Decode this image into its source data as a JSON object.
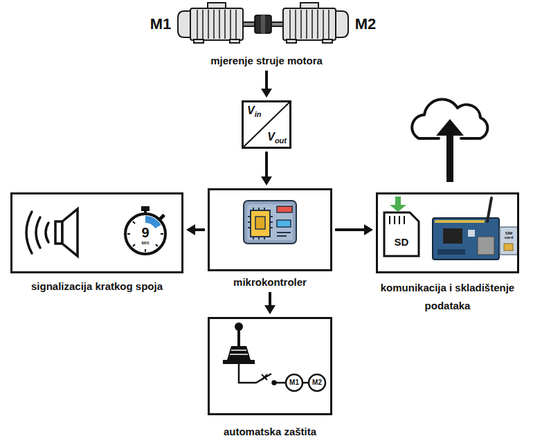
{
  "diagram": {
    "nodes": [
      {
        "text": [
          "mjerenje struje motora"
        ]
      },
      {
        "text": [
          "V",
          "in",
          "V",
          "out"
        ]
      },
      {
        "text": [
          "mikrokontroler"
        ]
      },
      {
        "text": [
          "signalizacija kratkog spoja"
        ]
      },
      {
        "text": [
          "komunikacija i skladištenje podataka"
        ]
      },
      {
        "text": [
          "automatska zaštita"
        ]
      }
    ],
    "edges": [
      {
        "from": 0,
        "to": 1,
        "arrow": "to"
      },
      {
        "from": 1,
        "to": 2,
        "arrow": "to"
      },
      {
        "from": 2,
        "to": 3,
        "arrow": "to"
      },
      {
        "from": 2,
        "to": 4,
        "arrow": "to"
      },
      {
        "from": 2,
        "to": 5,
        "arrow": "to"
      }
    ],
    "labels": [
      "M1",
      "M2",
      "9",
      "sec",
      "SD",
      "SIM card",
      "M1",
      "M2"
    ]
  }
}
